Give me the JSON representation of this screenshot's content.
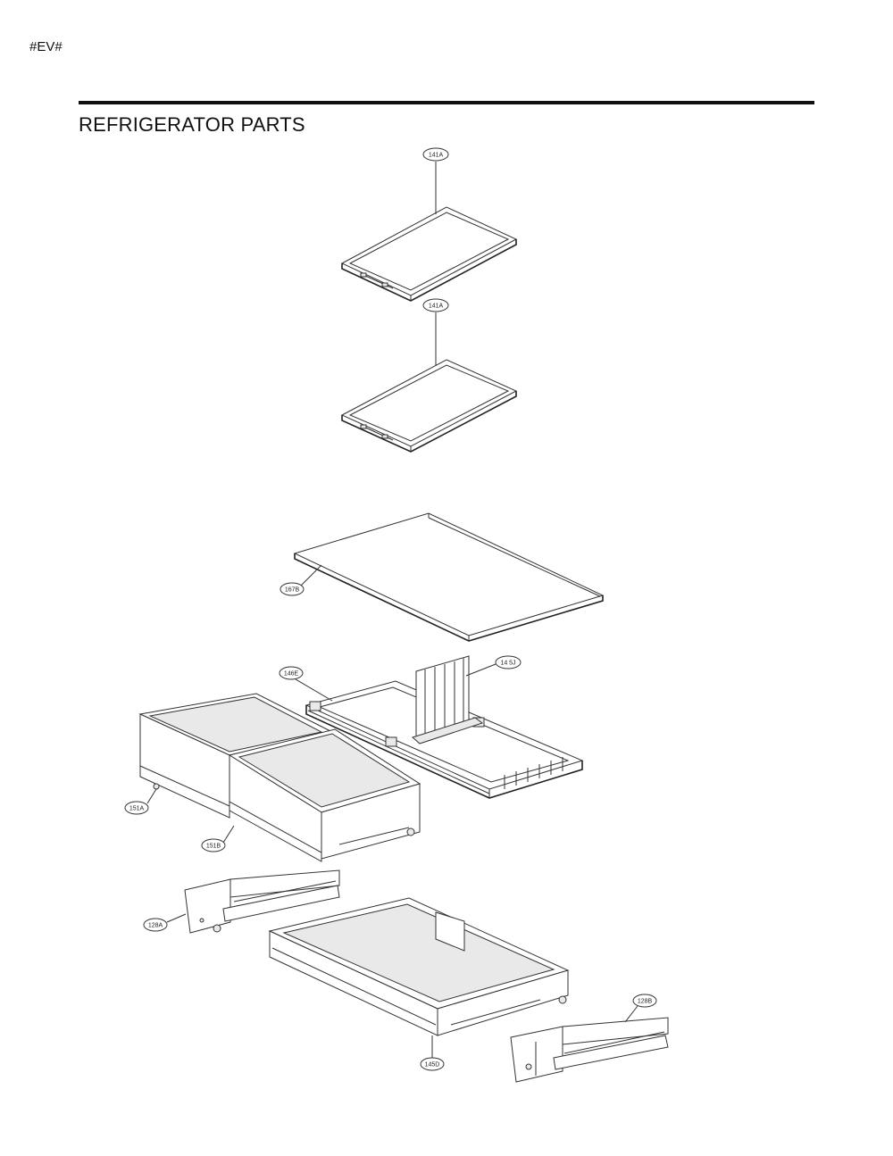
{
  "header": {
    "tag": "#EV#"
  },
  "page": {
    "title": "REFRIGERATOR PARTS"
  },
  "callouts": {
    "shelf_upper": "141A",
    "shelf_lower": "141A",
    "cover": "167B",
    "frame": "146E",
    "divider": "14 5J",
    "crisper_left": "151A",
    "crisper_right": "151B",
    "rail_left": "128A",
    "pantry_drawer": "145D",
    "rail_right": "128B"
  }
}
